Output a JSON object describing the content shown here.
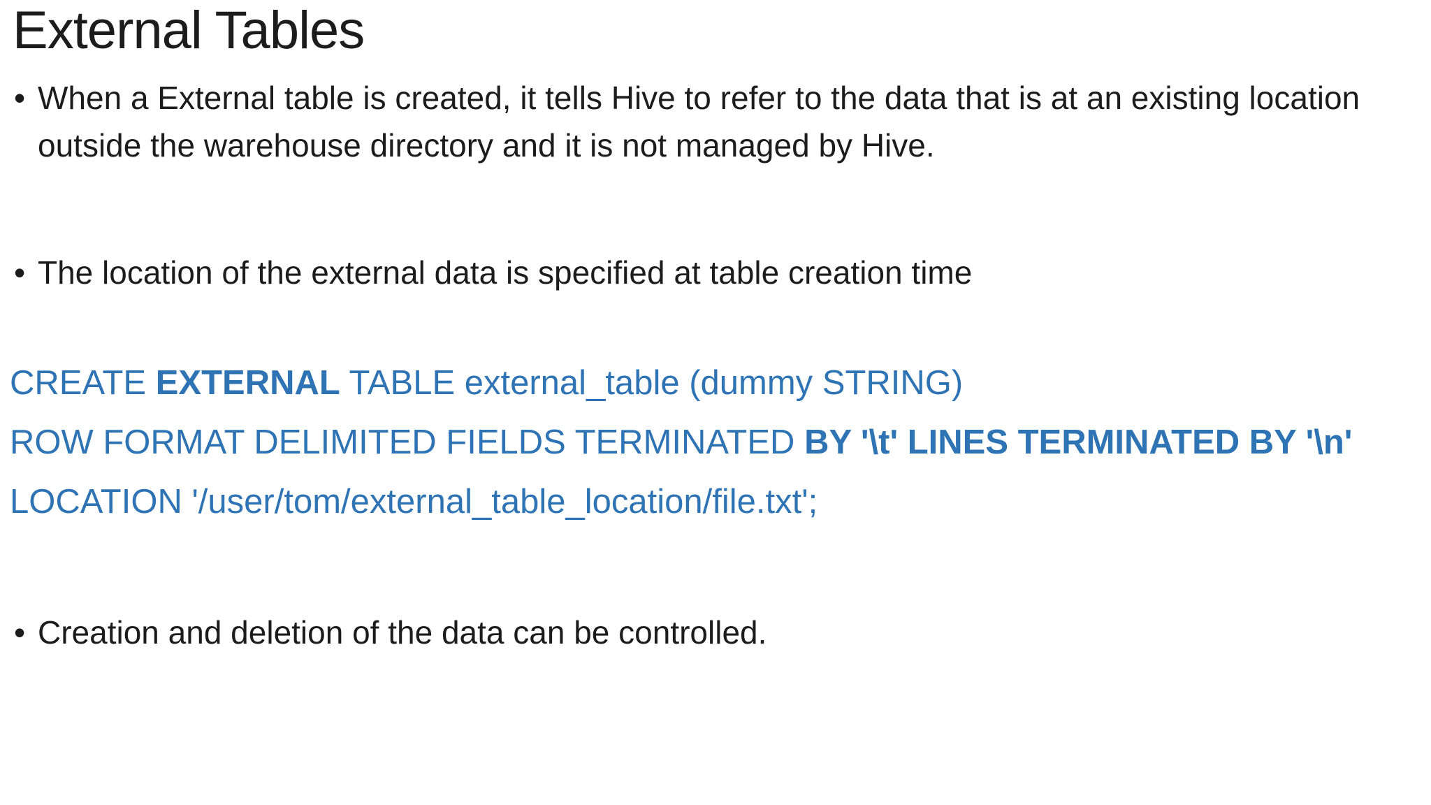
{
  "slide": {
    "title": "External Tables",
    "bullet_glyph": "•",
    "bullet_1": "When a External table is created, it tells Hive to refer to the data that is at an existing location outside the warehouse directory and it is not managed by Hive.",
    "bullet_2": "The location of the external data is specified at table creation time",
    "bullet_3": "Creation and deletion of the data can be controlled.",
    "code": {
      "line1": {
        "pre": "CREATE ",
        "bold": "EXTERNAL",
        "post": " TABLE external_table (dummy STRING)"
      },
      "line2": {
        "pre": "ROW FORMAT DELIMITED FIELDS TERMINATED ",
        "bold": "BY '\\t' LINES TERMINATED BY '\\n'",
        "post": ""
      },
      "line3": {
        "pre": "LOCATION '/user/tom/external_table_location/file.txt';",
        "bold": "",
        "post": ""
      }
    },
    "colors": {
      "background": "#ffffff",
      "body_text": "#1c1c1c",
      "code_blue": "#2E74B5"
    }
  }
}
